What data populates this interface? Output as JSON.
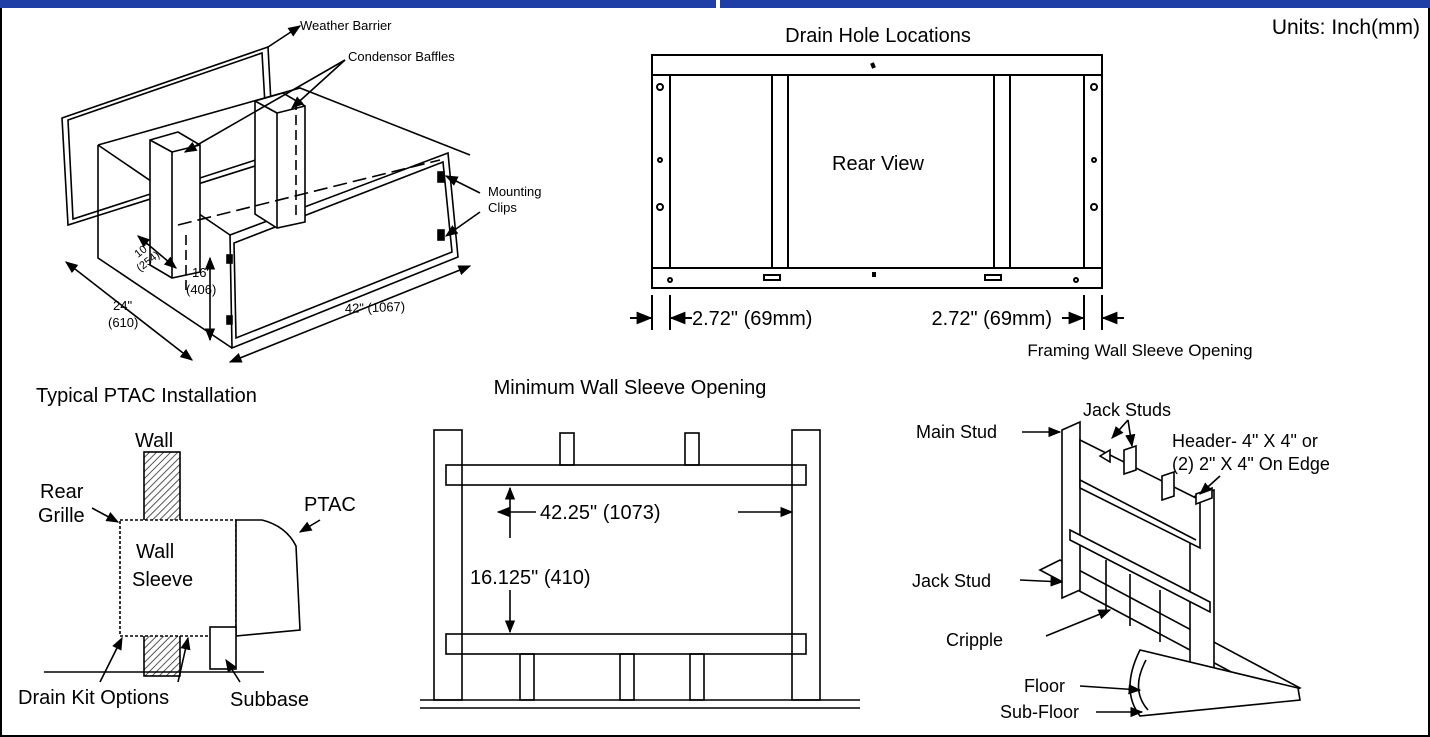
{
  "units": "Units: Inch(mm)",
  "sleeve_diagram": {
    "weather_barrier": "Weather Barrier",
    "condensor_baffles": "Condensor Baffles",
    "mounting_clips_1": "Mounting",
    "mounting_clips_2": "Clips",
    "dim_10_a": "10\"",
    "dim_10_b": "(254)",
    "dim_16_a": "16\"",
    "dim_16_b": "(406)",
    "dim_24_a": "24\"",
    "dim_24_b": "(610)",
    "dim_42": "42\" (1067)"
  },
  "drain_holes": {
    "title": "Drain Hole Locations",
    "rear_view": "Rear View",
    "left_dim": "2.72\" (69mm)",
    "right_dim": "2.72\" (69mm)"
  },
  "ptac_install": {
    "title": "Typical PTAC Installation",
    "wall": "Wall",
    "rear_1": "Rear",
    "rear_2": "Grille",
    "ptac": "PTAC",
    "sleeve_1": "Wall",
    "sleeve_2": "Sleeve",
    "drain_kit": "Drain Kit Options",
    "subbase": "Subbase"
  },
  "min_opening": {
    "title": "Minimum Wall Sleeve Opening",
    "width": "42.25\" (1073)",
    "height": "16.125\" (410)"
  },
  "framing": {
    "title": "Framing Wall Sleeve Opening",
    "main_stud": "Main Stud",
    "jack_studs": "Jack Studs",
    "header_1": "Header- 4\" X 4\" or",
    "header_2": "(2) 2\" X 4\" On Edge",
    "jack_stud": "Jack Stud",
    "cripple": "Cripple",
    "floor": "Floor",
    "sub_floor": "Sub-Floor"
  },
  "colors": {
    "top_bar": "#1f3fa6",
    "hatch": "#555555"
  }
}
